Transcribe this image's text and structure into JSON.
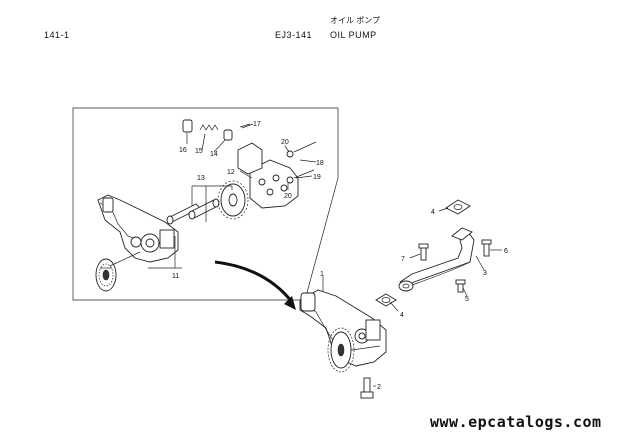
{
  "header": {
    "page_number": "141-1",
    "section_code": "EJ3-141",
    "title_jp": "オイル ポンプ",
    "title_en": "OIL PUMP"
  },
  "callouts": [
    "1",
    "2",
    "3",
    "4",
    "4",
    "5",
    "6",
    "7",
    "11",
    "12",
    "13",
    "14",
    "15",
    "16",
    "17",
    "18",
    "19",
    "20",
    "20"
  ],
  "watermark": "www.epcatalogs.com"
}
